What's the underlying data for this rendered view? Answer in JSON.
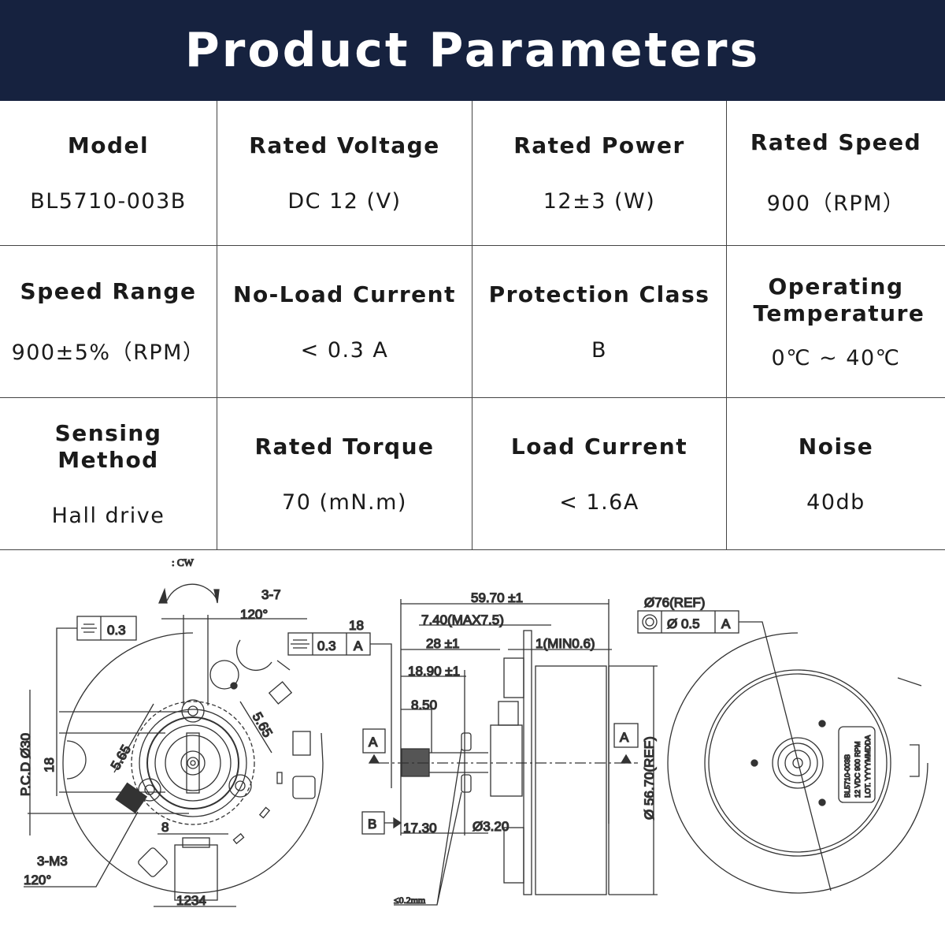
{
  "header": {
    "title": "Product Parameters"
  },
  "params": [
    {
      "label": "Model",
      "value": "BL5710-003B"
    },
    {
      "label": "Rated Voltage",
      "value": "DC 12 (V)"
    },
    {
      "label": "Rated Power",
      "value": "12±3 (W)"
    },
    {
      "label": "Rated Speed",
      "value": "900（RPM）"
    },
    {
      "label": "Speed Range",
      "value": "900±5%（RPM）"
    },
    {
      "label": "No-Load Current",
      "value": "< 0.3 A"
    },
    {
      "label": "Protection Class",
      "value": "B"
    },
    {
      "label": "Operating Temperature",
      "value": "0℃ ~ 40℃"
    },
    {
      "label": "Sensing Method",
      "value": "Hall drive"
    },
    {
      "label": "Rated Torque",
      "value": "70 (mN.m)"
    },
    {
      "label": "Load Current",
      "value": "< 1.6A"
    },
    {
      "label": "Noise",
      "value": "40db"
    }
  ],
  "drawing": {
    "front": {
      "rotation": ": CW",
      "holes_top": "3-7",
      "angle_top": "120°",
      "flatness_value": "0.3",
      "pcd": "P.C.D Ø30",
      "dim_18_vertical": "18",
      "dim_565_left": "5.65",
      "dim_565_right": "5.65",
      "dim_8": "8",
      "screws": "3-M3",
      "angle_bottom": "120°",
      "connector_pins": "1234"
    },
    "side": {
      "dim_18": "18",
      "tolerance_value": "0.3",
      "datum_a": "A",
      "datum_b": "B",
      "length_total": "59.70 ±1",
      "dim_740": "7.40(MAX7.5)",
      "dim_28": "28 ±1",
      "dim_1": "1(MIN0.6)",
      "dim_1890": "18.90 ±1",
      "dim_850": "8.50",
      "dim_1730": "17.30",
      "shaft_dia": "Ø3.20",
      "diameter_body": "Ø 56.70(REF)",
      "runout": "≤0.2mm"
    },
    "back": {
      "diameter_ref": "Ø76(REF)",
      "concentricity_value": "Ø  0.5",
      "datum": "A",
      "label_model": "BL5710-003B",
      "label_rating": "12 VDC 900 RPM",
      "label_lot": "LOT. YYYYMMDDA"
    }
  },
  "colors": {
    "header_bg": "#16223f",
    "dimension_text": "#2a2a2a",
    "label_green": "#3cb043"
  }
}
